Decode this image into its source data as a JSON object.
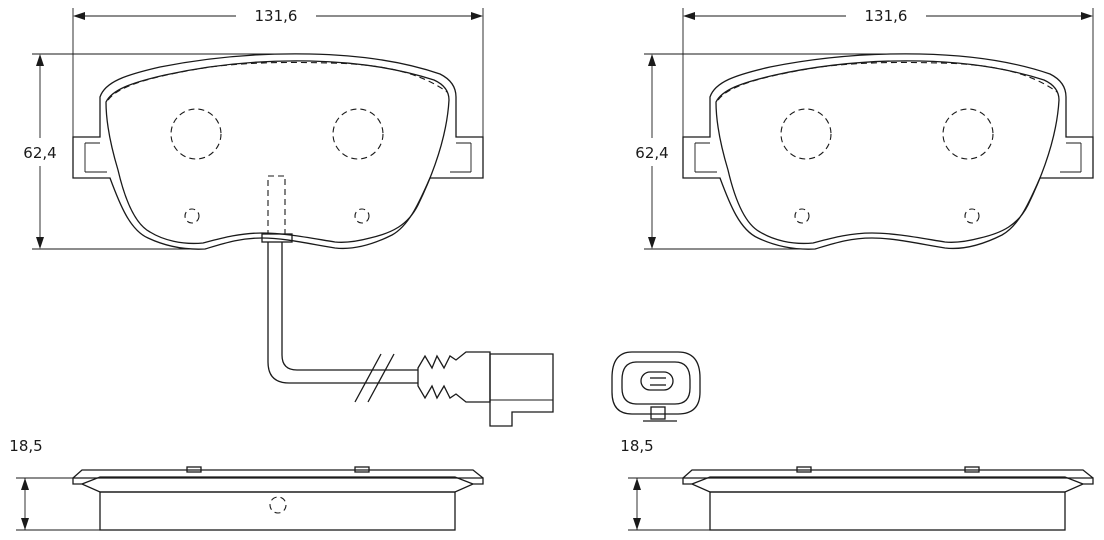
{
  "dimensions": {
    "left_width": "131,6",
    "right_width": "131,6",
    "left_height": "62,4",
    "right_height": "62,4",
    "left_thickness": "18,5",
    "right_thickness": "18,5"
  }
}
